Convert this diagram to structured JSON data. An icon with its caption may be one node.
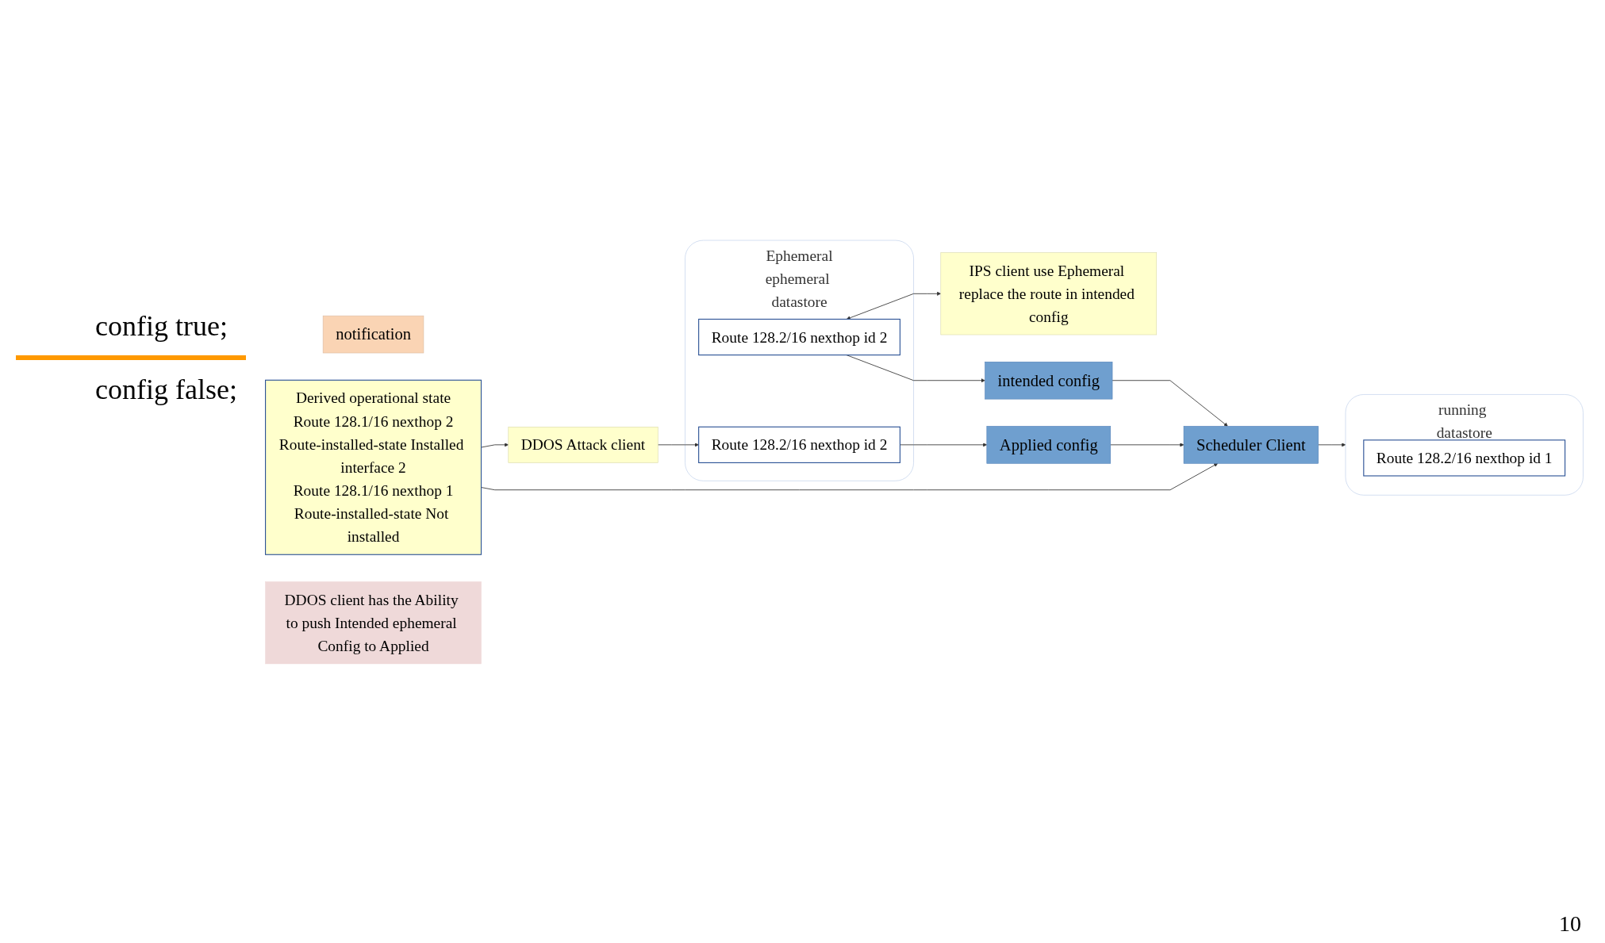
{
  "diagram": {
    "nodes": [
      {
        "text": [
          "running datastore"
        ]
      },
      {
        "text": [
          "Route 128.2/16 nexthop id 1"
        ],
        "in": 0
      },
      {
        "text": [
          "Ephemeral",
          "ephemeral datastore"
        ]
      },
      {
        "text": [
          "Route 128.2/16 nexthop id 2"
        ],
        "in": 2
      },
      {
        "text": [
          "Route 128.2/16 nexthop id 2"
        ],
        "in": 2
      },
      {
        "text": [
          "Scheduler Client"
        ]
      },
      {
        "text": [
          "IPS client use Ephemeral replace the route in intended config"
        ]
      },
      {
        "text": [
          "intended config"
        ]
      },
      {
        "text": [
          "notification"
        ]
      },
      {
        "text": [
          "Applied config"
        ]
      },
      {
        "text": [
          "DDOS Attack client"
        ]
      },
      {
        "text": [
          "Derived operational state",
          "Route 128.1/16 nexthop 2",
          "Route-installed-state Installed interface 2",
          "Route 128.1/16 nexthop 1",
          "Route-installed-state Not installed"
        ]
      },
      {
        "text": [
          "DDOS client has the Ability to push Intended ephemeral Config to Applied"
        ]
      }
    ],
    "edges": [
      {
        "from": 5,
        "to": 0,
        "arrow": "to"
      },
      {
        "from": 3,
        "to": 6,
        "arrow": "both"
      },
      {
        "from": 3,
        "to": 7,
        "arrow": "to"
      },
      {
        "from": 7,
        "to": 5,
        "arrow": "to"
      },
      {
        "from": 9,
        "to": 5,
        "arrow": "to"
      },
      {
        "from": 11,
        "to": 5,
        "arrow": "to"
      },
      {
        "from": 10,
        "to": 4,
        "arrow": "to"
      },
      {
        "from": 4,
        "to": 9,
        "arrow": "to"
      },
      {
        "from": 11,
        "to": 10,
        "arrow": "to"
      }
    ],
    "labels": [
      "config true;",
      "config false;",
      "10"
    ]
  }
}
